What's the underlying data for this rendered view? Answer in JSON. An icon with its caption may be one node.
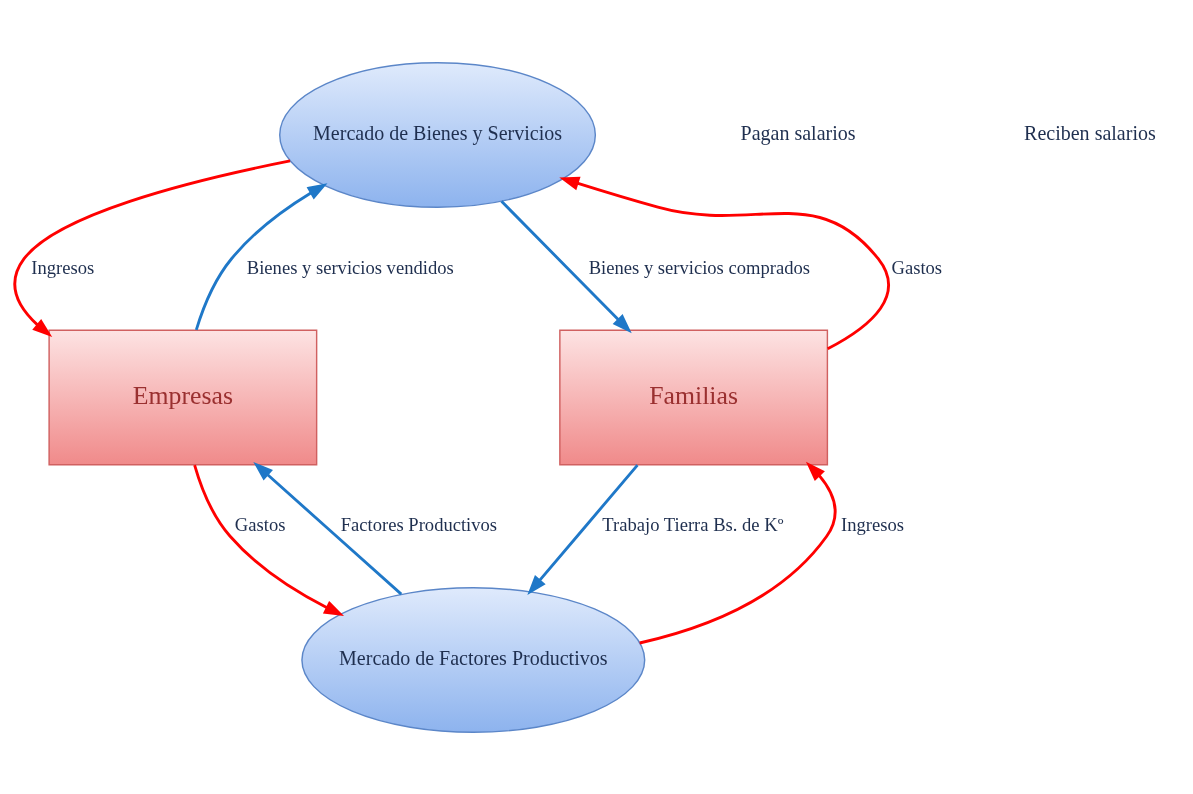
{
  "diagram": {
    "nodes": [
      {
        "text": [
          "Mercado de Bienes y Servicios"
        ]
      },
      {
        "text": [
          "Empresas"
        ]
      },
      {
        "text": [
          "Familias"
        ]
      },
      {
        "text": [
          "Mercado de Factores Productivos"
        ]
      }
    ],
    "edges": [
      {
        "from": 0,
        "to": 1,
        "arrow": "to",
        "label": "Ingresos",
        "color": "#ff0000"
      },
      {
        "from": 2,
        "to": 0,
        "arrow": "to",
        "label": "Gastos",
        "color": "#ff0000"
      },
      {
        "from": 1,
        "to": 0,
        "arrow": "to",
        "label": "Bienes y servicios vendidos",
        "color": "#1f78c8"
      },
      {
        "from": 0,
        "to": 2,
        "arrow": "to",
        "label": "Bienes y servicios comprados",
        "color": "#1f78c8"
      },
      {
        "from": 2,
        "to": 3,
        "arrow": "to",
        "label": "Trabajo Tierra Bs. de Kº",
        "color": "#1f78c8"
      },
      {
        "from": 3,
        "to": 1,
        "arrow": "to",
        "label": "Factores Productivos",
        "color": "#1f78c8"
      },
      {
        "from": 1,
        "to": 3,
        "arrow": "to",
        "label": "Gastos",
        "color": "#ff0000"
      },
      {
        "from": 3,
        "to": 2,
        "arrow": "to",
        "label": "Ingresos",
        "color": "#ff0000"
      }
    ],
    "labels": [
      "Pagan salarios",
      "Reciben salarios"
    ]
  }
}
